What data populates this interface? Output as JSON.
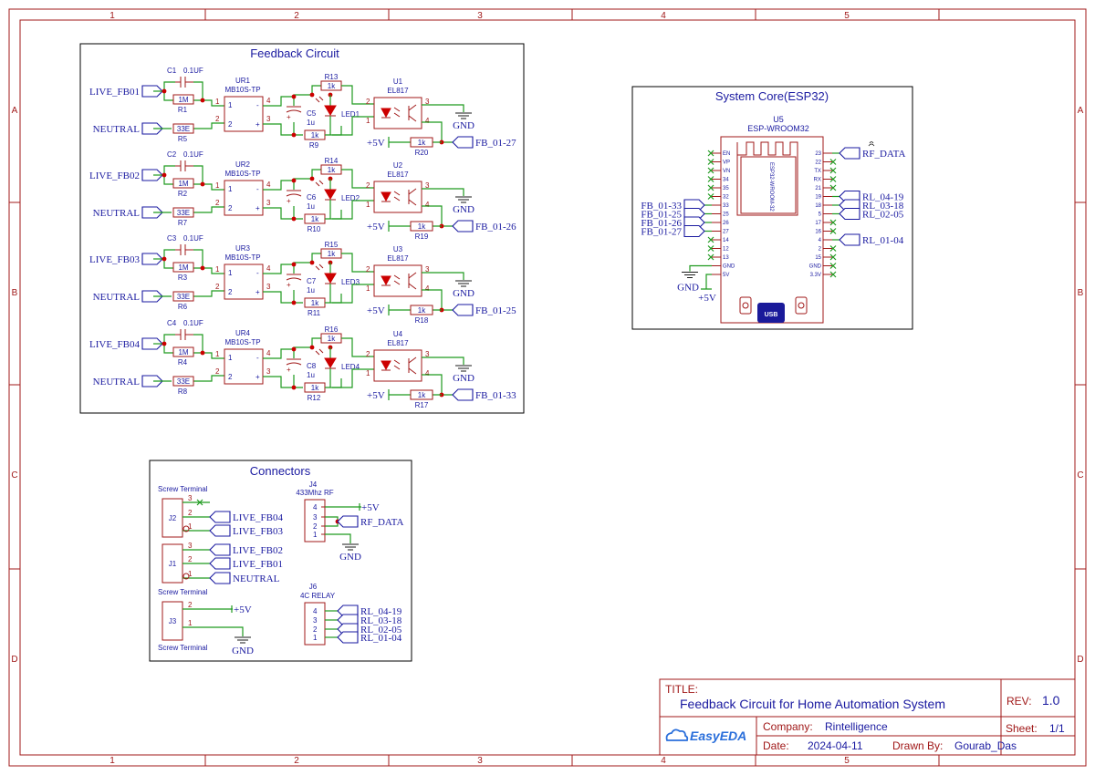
{
  "frame": {
    "columns": [
      "1",
      "2",
      "3",
      "4",
      "5"
    ],
    "rows": [
      "A",
      "B",
      "C",
      "D"
    ]
  },
  "feedback": {
    "title": "Feedback Circuit",
    "stages": [
      {
        "cap": "C1",
        "cap_val": "0.1UF",
        "r_in": "R1",
        "r_in_val": "1M",
        "r_n": "R5",
        "r_n_val": "33E",
        "live": "LIVE_FB01",
        "neutral": "NEUTRAL",
        "ur": "UR1",
        "bridge": "MB10S-TP",
        "r_top": "R13",
        "r_top_val": "1k",
        "c_f": "C5",
        "c_f_val": "1u",
        "led": "LED1",
        "r_bot": "R9",
        "r_bot_val": "1k",
        "u": "U1",
        "opto": "EL817",
        "gnd": "GND",
        "vcc": "+5V",
        "r_pu": "R20",
        "r_pu_val": "1k",
        "fb": "FB_01-27"
      },
      {
        "cap": "C2",
        "cap_val": "0.1UF",
        "r_in": "R2",
        "r_in_val": "1M",
        "r_n": "R7",
        "r_n_val": "33E",
        "live": "LIVE_FB02",
        "neutral": "NEUTRAL",
        "ur": "UR2",
        "bridge": "MB10S-TP",
        "r_top": "R14",
        "r_top_val": "1k",
        "c_f": "C6",
        "c_f_val": "1u",
        "led": "LED2",
        "r_bot": "R10",
        "r_bot_val": "1k",
        "u": "U2",
        "opto": "EL817",
        "gnd": "GND",
        "vcc": "+5V",
        "r_pu": "R19",
        "r_pu_val": "1k",
        "fb": "FB_01-26"
      },
      {
        "cap": "C3",
        "cap_val": "0.1UF",
        "r_in": "R3",
        "r_in_val": "1M",
        "r_n": "R6",
        "r_n_val": "33E",
        "live": "LIVE_FB03",
        "neutral": "NEUTRAL",
        "ur": "UR3",
        "bridge": "MB10S-TP",
        "r_top": "R15",
        "r_top_val": "1k",
        "c_f": "C7",
        "c_f_val": "1u",
        "led": "LED3",
        "r_bot": "R11",
        "r_bot_val": "1k",
        "u": "U3",
        "opto": "EL817",
        "gnd": "GND",
        "vcc": "+5V",
        "r_pu": "R18",
        "r_pu_val": "1k",
        "fb": "FB_01-25"
      },
      {
        "cap": "C4",
        "cap_val": "0.1UF",
        "r_in": "R4",
        "r_in_val": "1M",
        "r_n": "R8",
        "r_n_val": "33E",
        "live": "LIVE_FB04",
        "neutral": "NEUTRAL",
        "ur": "UR4",
        "bridge": "MB10S-TP",
        "r_top": "R16",
        "r_top_val": "1k",
        "c_f": "C8",
        "c_f_val": "1u",
        "led": "LED4",
        "r_bot": "R12",
        "r_bot_val": "1k",
        "u": "U4",
        "opto": "EL817",
        "gnd": "GND",
        "vcc": "+5V",
        "r_pu": "R17",
        "r_pu_val": "1k",
        "fb": "FB_01-33"
      }
    ]
  },
  "core": {
    "title": "System Core(ESP32)",
    "ref": "U5",
    "module": "ESP-WROOM32",
    "chip_text": "ESP32-WROOM-32",
    "usb": "USB",
    "left_pins": [
      "EN",
      "VP",
      "VN",
      "34",
      "35",
      "32",
      "33",
      "25",
      "26",
      "27",
      "14",
      "12",
      "13",
      "GND",
      "5V"
    ],
    "right_pins": [
      "23",
      "22",
      "TX",
      "RX",
      "21",
      "19",
      "18",
      "5",
      "17",
      "16",
      "4",
      "2",
      "15",
      "GND",
      "3.3V"
    ],
    "left_nets": [
      "FB_01-33",
      "FB_01-25",
      "FB_01-26",
      "FB_01-27"
    ],
    "right_nets": [
      "RF_DATA",
      "RL_04-19",
      "RL_03-18",
      "RL_02-05",
      "RL_01-04"
    ],
    "gnd": "GND",
    "vcc": "+5V"
  },
  "connectors": {
    "title": "Connectors",
    "screw_label": "Screw Terminal",
    "j2": {
      "ref": "J2",
      "pins": [
        "3",
        "2",
        "1"
      ],
      "nets": [
        "LIVE_FB04",
        "LIVE_FB03"
      ]
    },
    "j1": {
      "ref": "J1",
      "pins": [
        "3",
        "2",
        "1"
      ],
      "nets": [
        "LIVE_FB02",
        "LIVE_FB01",
        "NEUTRAL"
      ]
    },
    "j3": {
      "ref": "J3",
      "pins": [
        "2",
        "1"
      ],
      "nets": [
        "+5V",
        "GND"
      ]
    },
    "j4": {
      "ref": "J4",
      "name": "433Mhz RF",
      "pins": [
        "4",
        "3",
        "2",
        "1"
      ],
      "vcc": "+5V",
      "data": "RF_DATA",
      "gnd": "GND"
    },
    "j6": {
      "ref": "J6",
      "name": "4C RELAY",
      "pins": [
        "4",
        "3",
        "2",
        "1"
      ],
      "nets": [
        "RL_04-19",
        "RL_03-18",
        "RL_02-05",
        "RL_01-04"
      ]
    }
  },
  "title_block": {
    "title_label": "TITLE:",
    "title": "Feedback Circuit for Home Automation System",
    "rev_label": "REV:",
    "rev": "1.0",
    "logo": "EasyEDA",
    "company_label": "Company:",
    "company": "Rintelligence",
    "sheet_label": "Sheet:",
    "sheet": "1/1",
    "date_label": "Date:",
    "date": "2024-04-11",
    "drawn_label": "Drawn By:",
    "drawn": "Gourab_Das"
  }
}
